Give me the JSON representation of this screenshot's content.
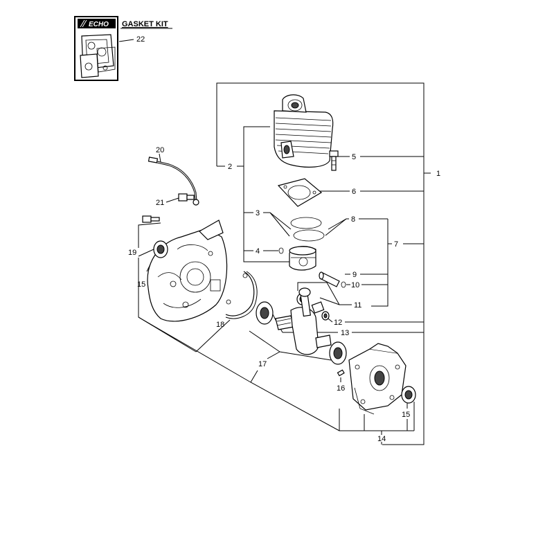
{
  "kit_box": {
    "brand": "ECHO",
    "title": "GASKET KIT",
    "part_number": "22"
  },
  "callouts": {
    "c1": "1",
    "c2": "2",
    "c3": "3",
    "c4": "4",
    "c5": "5",
    "c6": "6",
    "c7": "7",
    "c8": "8",
    "c9": "9",
    "c10": "10",
    "c11": "11",
    "c12": "12",
    "c13": "13",
    "c14": "14",
    "c15_left": "15",
    "c15_right": "15",
    "c16": "16",
    "c17": "17",
    "c18": "18",
    "c19": "19",
    "c20": "20",
    "c21": "21"
  }
}
